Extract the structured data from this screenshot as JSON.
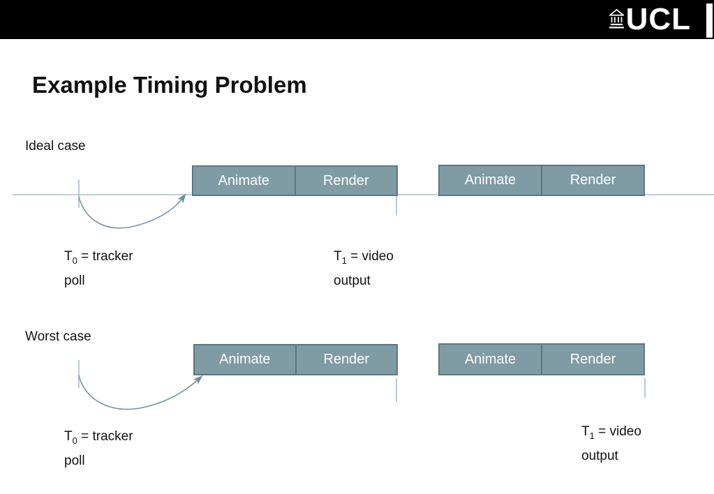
{
  "header": {
    "logo_text": "UCL",
    "logo_icon": "ucl-portico-icon"
  },
  "title": "Example Timing Problem",
  "colors": {
    "header_bg": "#000000",
    "logo_text": "#ffffff",
    "box_fill": "#7f9ba4",
    "box_border": "#5b7882",
    "box_text": "#ffffff",
    "timeline": "#a7bfc7",
    "arrow": "#7796a2"
  },
  "diagrams": [
    {
      "label": "Ideal case",
      "blocks": [
        {
          "segments": [
            "Animate",
            "Render"
          ]
        },
        {
          "segments": [
            "Animate",
            "Render"
          ]
        }
      ],
      "annotations": {
        "t0": {
          "symbol": "T",
          "subscript": "0",
          "text": " = tracker",
          "line2": "poll"
        },
        "t1": {
          "symbol": "T",
          "subscript": "1",
          "text": " = video",
          "line2": "output"
        }
      }
    },
    {
      "label": "Worst case",
      "blocks": [
        {
          "segments": [
            "Animate",
            "Render"
          ]
        },
        {
          "segments": [
            "Animate",
            "Render"
          ]
        }
      ],
      "annotations": {
        "t0": {
          "symbol": "T",
          "subscript": "0",
          "text": " = tracker",
          "line2": "poll"
        },
        "t1": {
          "symbol": "T",
          "subscript": "1",
          "text": " = video",
          "line2": "output"
        }
      }
    }
  ]
}
